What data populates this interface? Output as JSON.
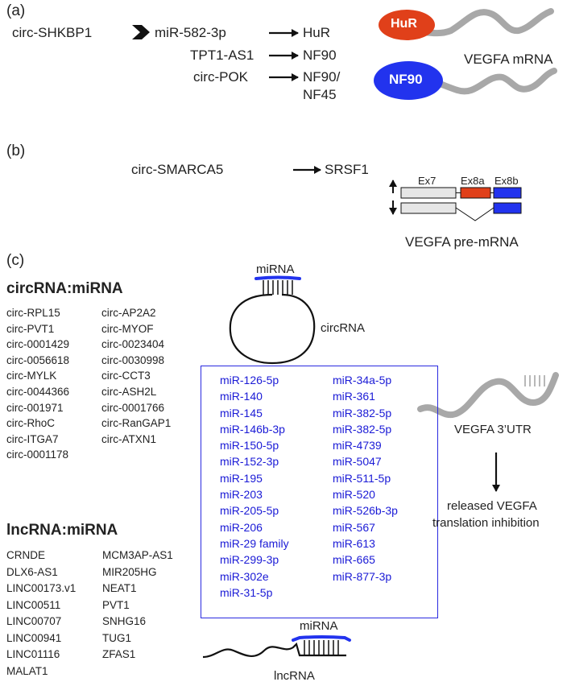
{
  "panel_a": {
    "label": "(a)",
    "source": "circ-SHKBP1",
    "intermediate": "miR-582-3p",
    "rows": [
      {
        "left": "miR-582-3p",
        "right": "HuR"
      },
      {
        "left": "TPT1-AS1",
        "right": "NF90"
      },
      {
        "left": "circ-POK",
        "right": "NF90/"
      }
    ],
    "right_line2": "NF45",
    "hur_label": "HuR",
    "nf90_label": "NF90",
    "mrna_label": "VEGFA mRNA",
    "colors": {
      "hur": "#e0401a",
      "nf90": "#2233ee",
      "strand": "#a8a8a8"
    }
  },
  "panel_b": {
    "label": "(b)",
    "source": "circ-SMARCA5",
    "target": "SRSF1",
    "exons": [
      "Ex7",
      "Ex8a",
      "Ex8b"
    ],
    "premrna_label": "VEGFA pre-mRNA",
    "colors": {
      "ex7": "#e6e6e6",
      "ex8a": "#e0401a",
      "ex8b": "#2233ee"
    }
  },
  "panel_c": {
    "label": "(c)",
    "circ_heading": "circRNA:miRNA",
    "circ_col1": [
      "circ-RPL15",
      "circ-PVT1",
      "circ-0001429",
      "circ-0056618",
      "circ-MYLK",
      "circ-0044366",
      "circ-001971",
      "circ-RhoC",
      "circ-ITGA7",
      "circ-0001178"
    ],
    "circ_col2": [
      "circ-AP2A2",
      "circ-MYOF",
      "circ-0023404",
      "circ-0030998",
      "circ-CCT3",
      "circ-ASH2L",
      "circ-0001766",
      "circ-RanGAP1",
      "circ-ATXN1"
    ],
    "lnc_heading": "lncRNA:miRNA",
    "lnc_col1": [
      "CRNDE",
      "DLX6-AS1",
      "LINC00173.v1",
      "LINC00511",
      "LINC00707",
      "LINC00941",
      "LINC01116",
      "MALAT1"
    ],
    "lnc_col2": [
      "MCM3AP-AS1",
      "MIR205HG",
      "NEAT1",
      "PVT1",
      "SNHG16",
      "TUG1",
      "ZFAS1"
    ],
    "mir_col1": [
      "miR-126-5p",
      "miR-140",
      "miR-145",
      "miR-146b-3p",
      "miR-150-5p",
      "miR-152-3p",
      "miR-195",
      "miR-203",
      "miR-205-5p",
      "miR-206",
      "miR-29 family",
      "miR-299-3p",
      "miR-302e",
      "miR-31-5p"
    ],
    "mir_col2": [
      "miR-34a-5p",
      "miR-361",
      "miR-382-5p",
      "miR-382-5p",
      "miR-4739",
      "miR-5047",
      "miR-511-5p",
      "miR-520",
      "miR-526b-3p",
      "miR-567",
      "miR-613",
      "miR-665",
      "miR-877-3p"
    ],
    "mirna_top_label": "miRNA",
    "circrna_label": "circRNA",
    "mirna_bottom_label": "miRNA",
    "lncrna_label": "lncRNA",
    "utr_label": "VEGFA 3’UTR",
    "released_line1": "released VEGFA",
    "released_line2": "translation inhibition",
    "colors": {
      "mirna": "#2233ee",
      "text_blue": "#1a1ad6"
    }
  }
}
